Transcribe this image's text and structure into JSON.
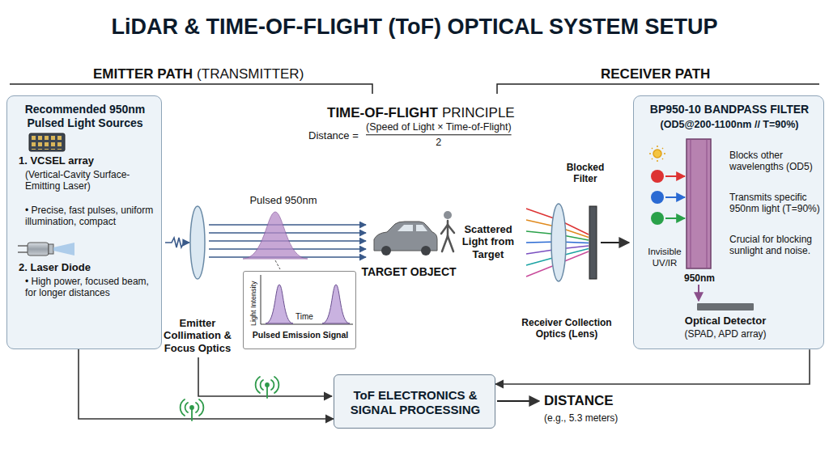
{
  "diagram": {
    "title": "LiDAR & TIME-OF-FLIGHT (ToF) OPTICAL SYSTEM SETUP",
    "nodes": [
      {
        "text": [
          "Recommended 950nm Pulsed Light Sources",
          "1. VCSEL array",
          "(Vertical-Cavity Surface-Emitting Laser)",
          "• Precise, fast pulses, uniform illumination, compact",
          "2. Laser Diode",
          "• High power, focused beam, for longer distances"
        ]
      },
      {
        "text": [
          "Light Intensity",
          "Time",
          "Pulsed Emission Signal"
        ]
      },
      {
        "text": [
          "BP950-10 BANDPASS FILTER",
          "(OD5@200-1100nm // T=90%)",
          "Blocks other wavelengths (OD5)",
          "Transmits specific 950nm light (T=90%)",
          "Crucial for blocking sunlight and noise.",
          "Invisible UV/IR",
          "950nm"
        ]
      },
      {
        "text": [
          "Optical Detector",
          "(SPAD, APD array)"
        ],
        "in": 2
      },
      {
        "text": [
          "ToF ELECTRONICS & SIGNAL PROCESSING"
        ]
      }
    ],
    "edges": [
      {
        "from": 0,
        "to": 4,
        "arrow": "to"
      },
      {
        "from": 2,
        "to": 4,
        "arrow": "to"
      }
    ],
    "labels": [
      "EMITTER PATH",
      "(TRANSMITTER)",
      "RECEIVER PATH",
      "TIME-OF-FLIGHT",
      "PRINCIPLE",
      "Distance =",
      "(Speed of Light × Time-of-Flight)",
      "2",
      "Pulsed 950nm",
      "Emitter Collimation & Focus Optics",
      "TARGET OBJECT",
      "Blocked Filter",
      "Scattered Light from Target",
      "Receiver Collection Optics (Lens)",
      "DISTANCE",
      "(e.g., 5.3 meters)"
    ]
  }
}
